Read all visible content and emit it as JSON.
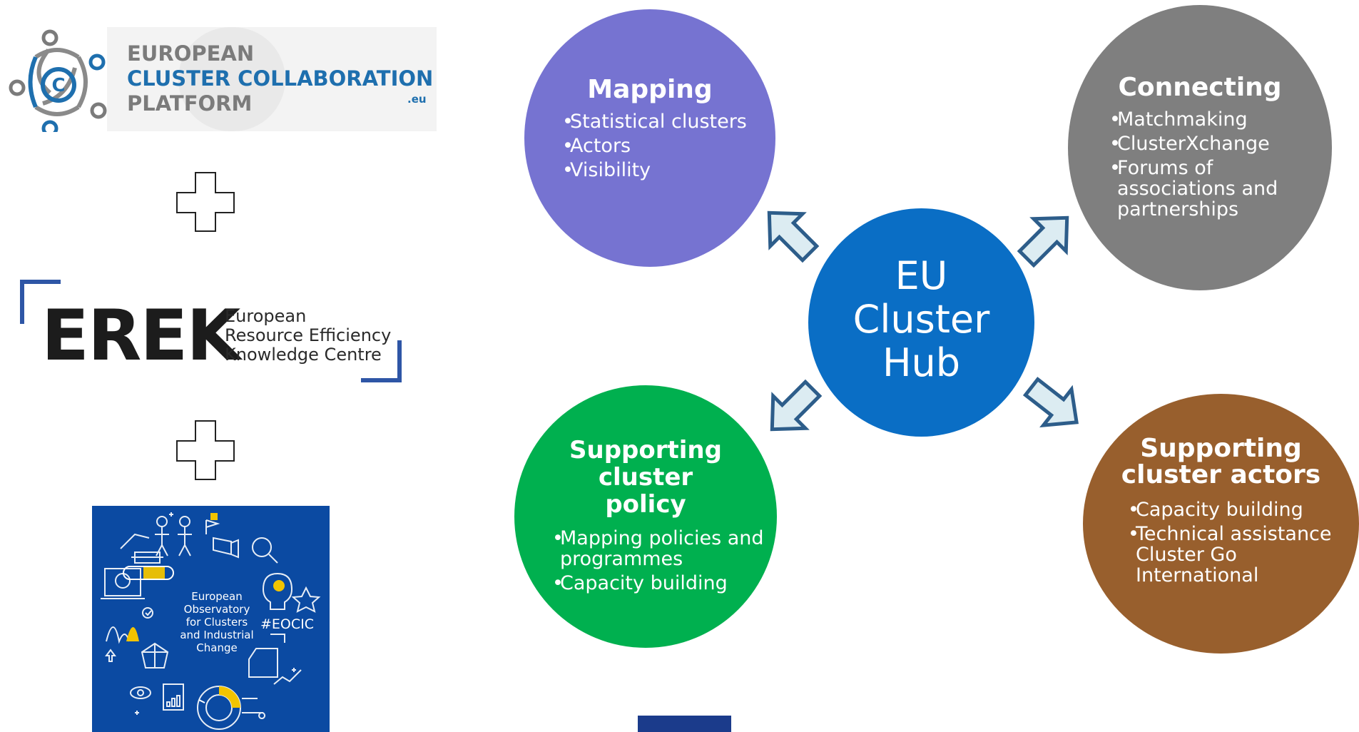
{
  "eccp_logo": {
    "line1": "EUROPEAN",
    "line2": "CLUSTER COLLABORATION",
    "line3": "PLATFORM",
    "suffix": ".eu",
    "colors": {
      "blue": "#1e6fae",
      "grey": "#7b7b7b"
    }
  },
  "erek_logo": {
    "acronym": "EREK",
    "line1": "European",
    "line2": "Resource Efficiency",
    "line3": "Knowledge Centre",
    "bracket_color": "#2e56a6"
  },
  "eocic_tile": {
    "label_lines": [
      "European",
      "Observatory",
      "for Clusters",
      "and Industrial",
      "Change"
    ],
    "hashtag": "#EOCIC",
    "background": "#0b4aa2",
    "accent": "#f2c400"
  },
  "hub": {
    "lines": [
      "EU",
      "Cluster",
      "Hub"
    ],
    "color": "#0a6ec5"
  },
  "mapping": {
    "title": "Mapping",
    "items": [
      "Statistical clusters",
      "Actors",
      "Visibility"
    ],
    "color": "#7673d1"
  },
  "connecting": {
    "title": "Connecting",
    "items": [
      "Matchmaking",
      "ClusterXchange",
      "Forums of associations and partnerships"
    ],
    "color": "#7f7f7f"
  },
  "policy": {
    "title_lines": [
      "Supporting",
      "cluster",
      "policy"
    ],
    "items": [
      "Mapping policies and programmes",
      "Capacity building"
    ],
    "color": "#00b04f"
  },
  "actors": {
    "title_lines": [
      "Supporting",
      "cluster actors"
    ],
    "items": [
      "Capacity building",
      "Technical assistance Cluster Go International"
    ],
    "color": "#985f2d"
  },
  "arrow_style": {
    "fill": "#dcecf2",
    "stroke": "#2d5d8a"
  },
  "icons": [
    "plus-icon",
    "plus-icon",
    "arrow-icon-mapping",
    "arrow-icon-connecting",
    "arrow-icon-policy",
    "arrow-icon-actors"
  ]
}
